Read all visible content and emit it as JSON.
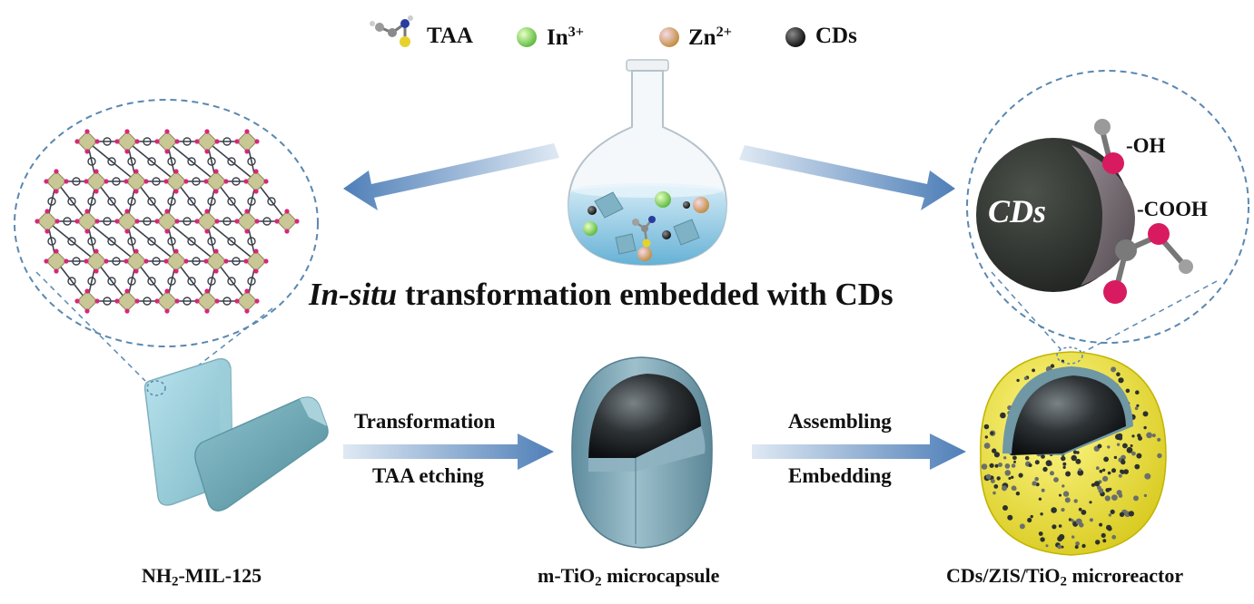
{
  "legend": {
    "items": [
      {
        "label": "TAA",
        "icon": "taa-molecule-icon"
      },
      {
        "label": "In",
        "sup": "3+",
        "color": "#8fd14f",
        "icon": "in-ion-sphere-icon"
      },
      {
        "label": "Zn",
        "sup": "2+",
        "color": "#d8a24a",
        "icon": "zn-ion-sphere-icon"
      },
      {
        "label": "CDs",
        "color": "#1a1a1a",
        "icon": "cd-sphere-icon"
      }
    ]
  },
  "title": {
    "italic": "In-situ",
    "rest": " transformation embedded with CDs"
  },
  "arrows": {
    "step1_top": "Transformation",
    "step1_bottom": "TAA etching",
    "step2_top": "Assembling",
    "step2_bottom": "Embedding"
  },
  "captions": {
    "mil_prefix": "NH",
    "mil_sub": "2",
    "mil_suffix": "-MIL-125",
    "tio2_prefix": "m-TiO",
    "tio2_sub": "2",
    "tio2_suffix": " microcapsule",
    "reactor_prefix": "CDs/ZIS/TiO",
    "reactor_sub": "2",
    "reactor_suffix": " microreactor"
  },
  "cd_zoom": {
    "cd_label": "CDs",
    "oh_label": "-OH",
    "cooh_label": "-COOH"
  },
  "colors": {
    "arrow": "#4f7fb8",
    "capsule": "#7fa8b8",
    "zis_shell": "#f2ea3a",
    "zoom_ring": "#5b88b0",
    "oxygen": "#d81b60"
  }
}
